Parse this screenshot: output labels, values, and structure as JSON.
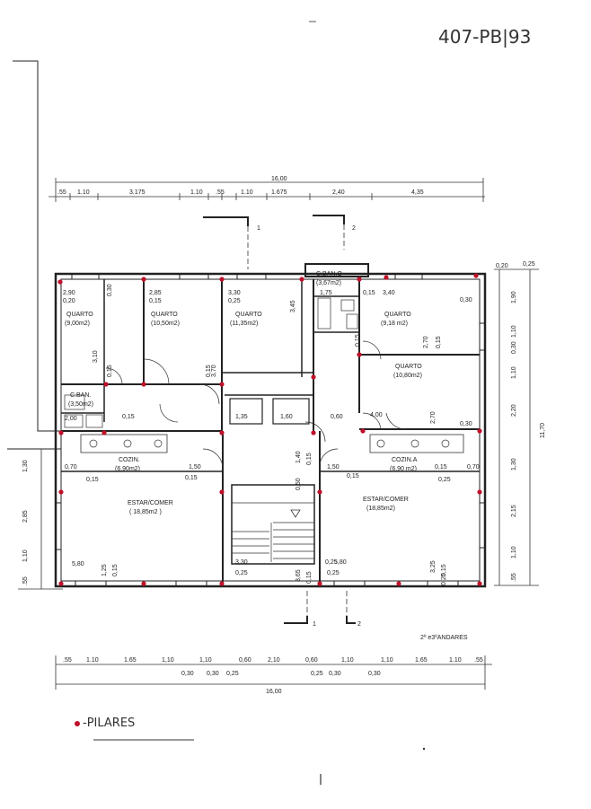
{
  "header": {
    "ref": "407-PB|93"
  },
  "floor_label": "2º e3ºANDARES",
  "legend": {
    "text": "-PILARES",
    "pillar_color": "#c0102a"
  },
  "sections": {
    "one": "1",
    "two": "2"
  },
  "top_dims": {
    "total": "16,00",
    "segments": [
      ".55",
      "1.10",
      "3.175",
      "1.10",
      ".55",
      "1.10",
      "1.675",
      "2,40",
      "4,35"
    ]
  },
  "bottom_dims": {
    "total": "16,00",
    "row1": [
      ".55",
      "1.10",
      "1.65",
      "1,10",
      "1,10",
      "0,60",
      "2,10",
      "0,60",
      "1,10",
      "1,10",
      "1.65",
      "1.10",
      ".55"
    ],
    "row2": [
      "0,30",
      "0,30",
      "0,25",
      "0,25",
      "0,30",
      "0,30"
    ]
  },
  "right_dims": [
    "0,20",
    "0,25",
    "1,90",
    "1,10",
    "0,30",
    "1,10",
    "2,20",
    "11,70",
    "1,30",
    "2,15",
    "1,10",
    ".55"
  ],
  "left_dims": [
    "1,30",
    "2,85",
    "1,10",
    ".55"
  ],
  "rooms": [
    {
      "name": "QUARTO",
      "area": "(9,00m2)"
    },
    {
      "name": "QUARTO",
      "area": "(10,50m2)"
    },
    {
      "name": "QUARTO",
      "area": "(11,35m2)"
    },
    {
      "name": "C.BAN.O",
      "area": "(3,67m2)"
    },
    {
      "name": "QUARTO",
      "area": "(9,18 m2)"
    },
    {
      "name": "QUARTO",
      "area": "(10,80m2)"
    },
    {
      "name": "C.BAN.",
      "area": "(3,50m2)"
    },
    {
      "name": "COZIN.",
      "area": "(6,90m2)"
    },
    {
      "name": "COZIN.A",
      "area": "(6,90 m2)"
    },
    {
      "name": "ESTAR/COMER",
      "area": "( 18,85m2 )"
    },
    {
      "name": "ESTAR/COMER",
      "area": "(18,85m2)"
    }
  ],
  "interior_dims": [
    "2,90",
    "0,20",
    "0,30",
    "2,85",
    "0,15",
    "3,30",
    "0,25",
    "3,45",
    "1,75",
    "0,15",
    "3,40",
    "0,30",
    "2,70",
    "0,15",
    "0,15",
    "3,10",
    "0,15",
    "0,15",
    "3,70",
    "2,00",
    "0,15",
    "1,35",
    "1,60",
    "0,60",
    "4,00",
    "2,70",
    "0,30",
    "0,70",
    "0,15",
    "1,50",
    "1,40",
    "0,15",
    "0,50",
    "1,50",
    "0,15",
    "0,15",
    "0,70",
    "0,15",
    "0,25",
    "5,80",
    "1,25",
    "0,15",
    "3,30",
    "0,25",
    "3,65",
    "0,15",
    "0,25",
    "5,80",
    "0,25",
    "3,25",
    "0,15",
    "0,25"
  ]
}
